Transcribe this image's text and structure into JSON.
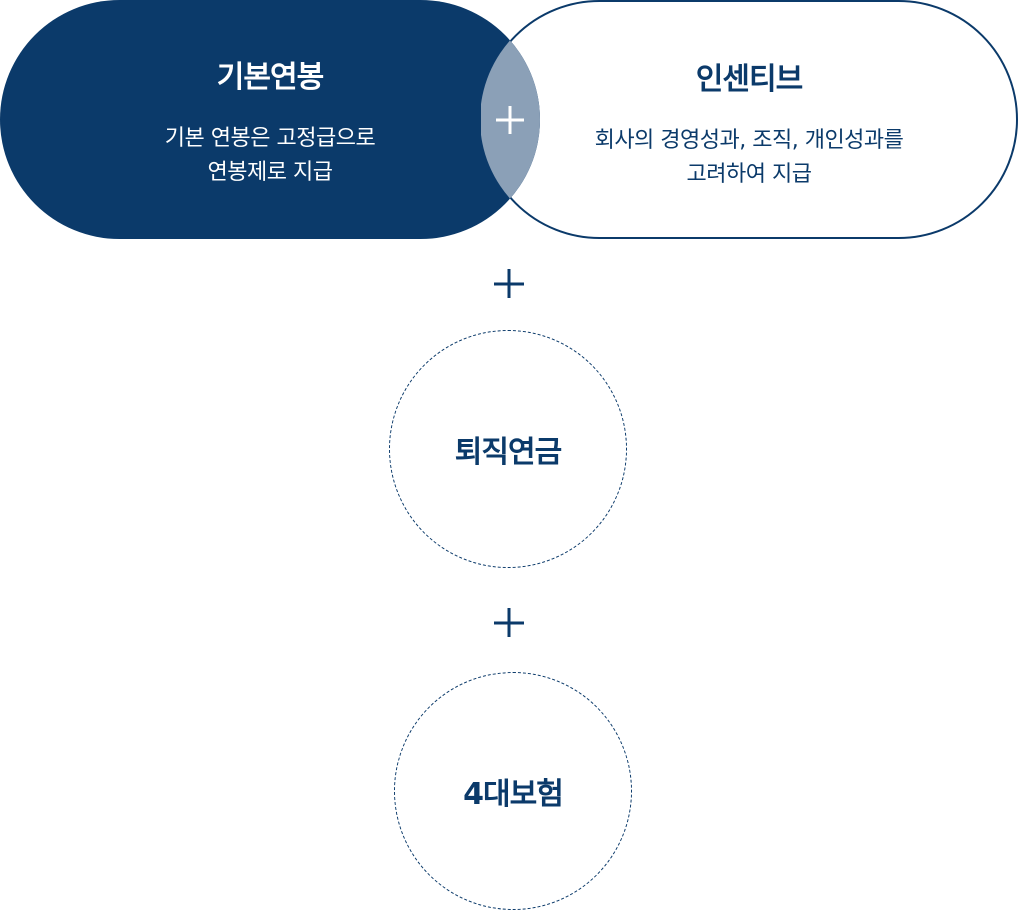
{
  "colors": {
    "primary": "#0b3a6a",
    "overlap": "#8ba0b7",
    "background": "#ffffff"
  },
  "base_salary": {
    "title": "기본연봉",
    "description": "기본 연봉은 고정급으로\n연봉제로 지급"
  },
  "incentive": {
    "title": "인센티브",
    "description": "회사의 경영성과, 조직, 개인성과를\n고려하여 지급"
  },
  "retirement": {
    "title": "퇴직연금"
  },
  "insurance": {
    "title": "4대보험"
  },
  "icons": {
    "overlap_plus": "plus-icon",
    "plus_1": "plus-icon",
    "plus_2": "plus-icon"
  }
}
